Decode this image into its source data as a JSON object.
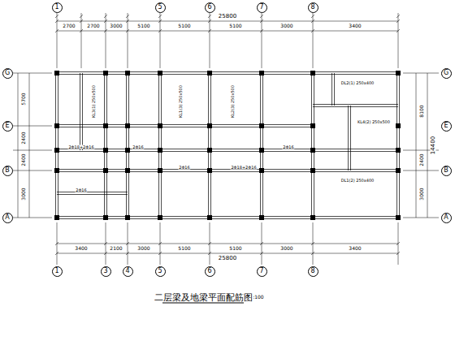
{
  "diagram": {
    "title": "二层梁及地梁平面配筋图",
    "nodes": [
      {
        "text": [
          "1"
        ]
      },
      {
        "text": [
          "5"
        ]
      },
      {
        "text": [
          "6"
        ]
      },
      {
        "text": [
          "7"
        ]
      },
      {
        "text": [
          "8"
        ]
      },
      {
        "text": [
          "1"
        ]
      },
      {
        "text": [
          "3"
        ]
      },
      {
        "text": [
          "4"
        ]
      },
      {
        "text": [
          "5"
        ]
      },
      {
        "text": [
          "6"
        ]
      },
      {
        "text": [
          "7"
        ]
      },
      {
        "text": [
          "8"
        ]
      },
      {
        "text": [
          "G"
        ]
      },
      {
        "text": [
          "E"
        ]
      },
      {
        "text": [
          "B"
        ]
      },
      {
        "text": [
          "A"
        ]
      },
      {
        "text": [
          "G"
        ]
      },
      {
        "text": [
          "E"
        ]
      },
      {
        "text": [
          "B"
        ]
      },
      {
        "text": [
          "A"
        ]
      }
    ],
    "labels": [
      "25800",
      "2700",
      "2700",
      "3000",
      "5100",
      "5100",
      "5100",
      "3000",
      "3400",
      "3400",
      "2100",
      "3000",
      "5100",
      "5100",
      "3000",
      "3400",
      "25800",
      "5700",
      "2400",
      "2400",
      "3000",
      "8100",
      "2400",
      "3000",
      "14400",
      "1:100",
      "KL1(3) 250x500",
      "KL2(3) 250x500",
      "KL3(1) 250x500",
      "KL4(2) 250x500",
      "2Φ18+2Φ16",
      "2Φ16",
      "2Φ16",
      "2Φ18+2Φ16",
      "2Φ16",
      "2Φ16",
      "DL1(2) 250x400",
      "DL2(1) 250x400"
    ]
  }
}
